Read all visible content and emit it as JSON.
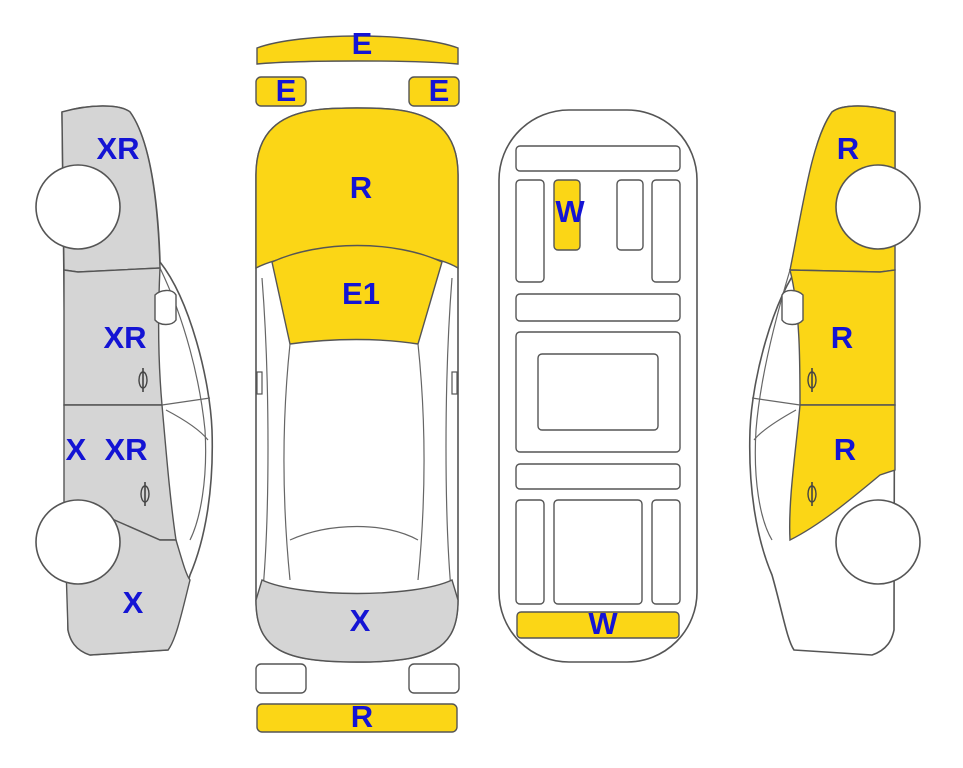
{
  "colors": {
    "yellow": "#fbd616",
    "gray": "#d5d5d5",
    "white": "#ffffff",
    "label": "#1414d4",
    "outline": "#555555"
  },
  "labels": {
    "top_front_bumper": "E",
    "top_left_light": "E",
    "top_right_light": "E",
    "top_hood": "R",
    "top_windshield": "E1",
    "top_rear_bumper_area": "X",
    "top_rear_bumper_bar": "R",
    "left_front_fender": "XR",
    "left_front_door": "XR",
    "left_rear_door_x": "X",
    "left_rear_door_xr": "XR",
    "left_rear_quarter": "X",
    "floor_seat": "W",
    "floor_trunk": "W",
    "right_front_fender": "R",
    "right_front_door": "R",
    "right_rear_door": "R"
  }
}
